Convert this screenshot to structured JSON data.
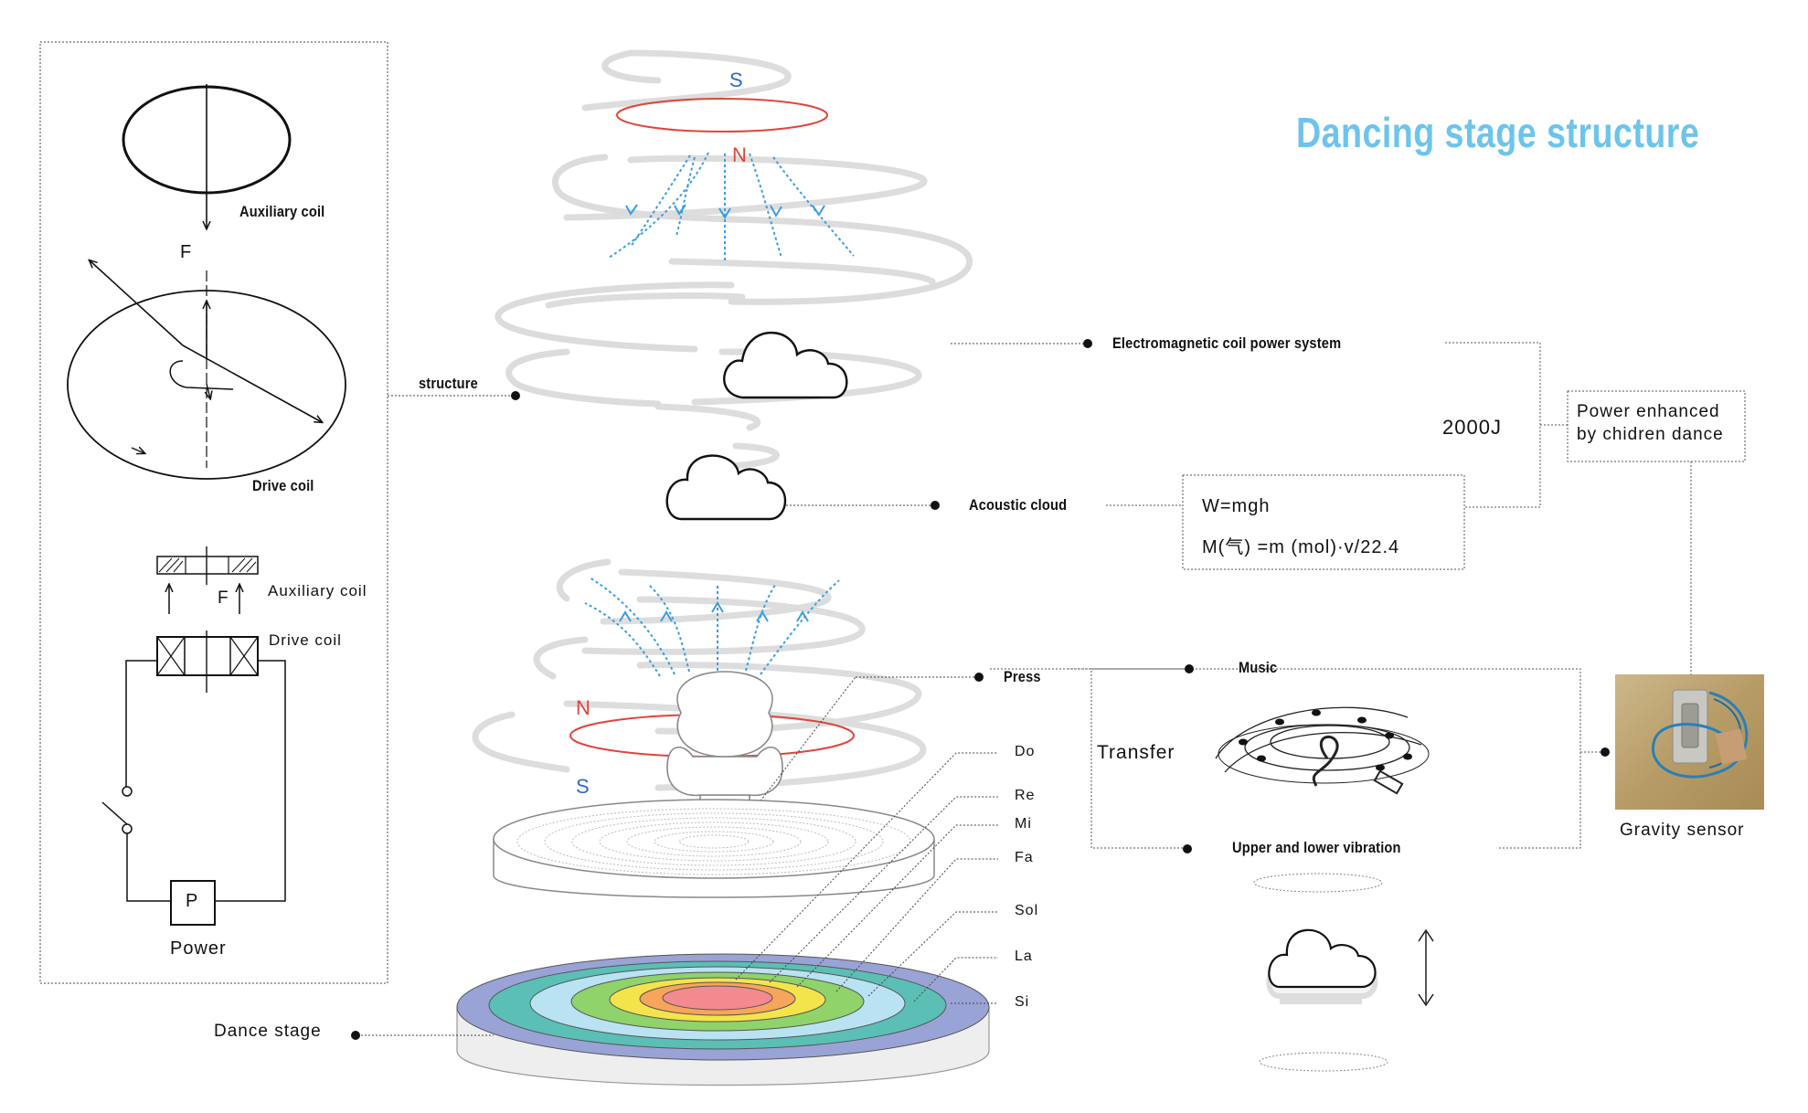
{
  "title": "Dancing stage structure",
  "coil_panel": {
    "auxiliary_coil_top": "Auxiliary coil",
    "force_top": "F",
    "drive_coil_top": "Drive coil",
    "auxiliary_coil_circuit": "Auxiliary coil",
    "force_circuit": "F",
    "drive_coil_circuit": "Drive coil",
    "power_symbol": "P",
    "power_label": "Power"
  },
  "poles": {
    "top_s": "S",
    "top_n": "N",
    "bottom_n": "N",
    "bottom_s": "S"
  },
  "callouts": {
    "structure": "structure",
    "em_coil": "Electromagnetic coil power system",
    "acoustic_cloud": "Acoustic cloud",
    "press": "Press",
    "dance_stage": "Dance stage"
  },
  "notes": [
    "Do",
    "Re",
    "Mi",
    "Fa",
    "Sol",
    "La",
    "Si"
  ],
  "energy": {
    "joules": "2000J",
    "formula_line1": "W=mgh",
    "formula_line2": "M(气)  =m (mol)·v/22.4",
    "power_enhanced_line1": "Power enhanced",
    "power_enhanced_line2": "by chidren dance"
  },
  "transfer": {
    "label": "Transfer",
    "music": "Music",
    "vibration": "Upper and lower vibration"
  },
  "gravity_sensor": "Gravity sensor",
  "colors": {
    "title": "#6ec4ea",
    "south_pole": "#2b6cc4",
    "north_pole": "#e0453b",
    "field_lines": "#3a9ee0",
    "stage_rings": [
      "#9aa3d6",
      "#5bbfb5",
      "#b9e3f3",
      "#8fd36a",
      "#f4e44c",
      "#f6a55a",
      "#f28a8f"
    ]
  }
}
